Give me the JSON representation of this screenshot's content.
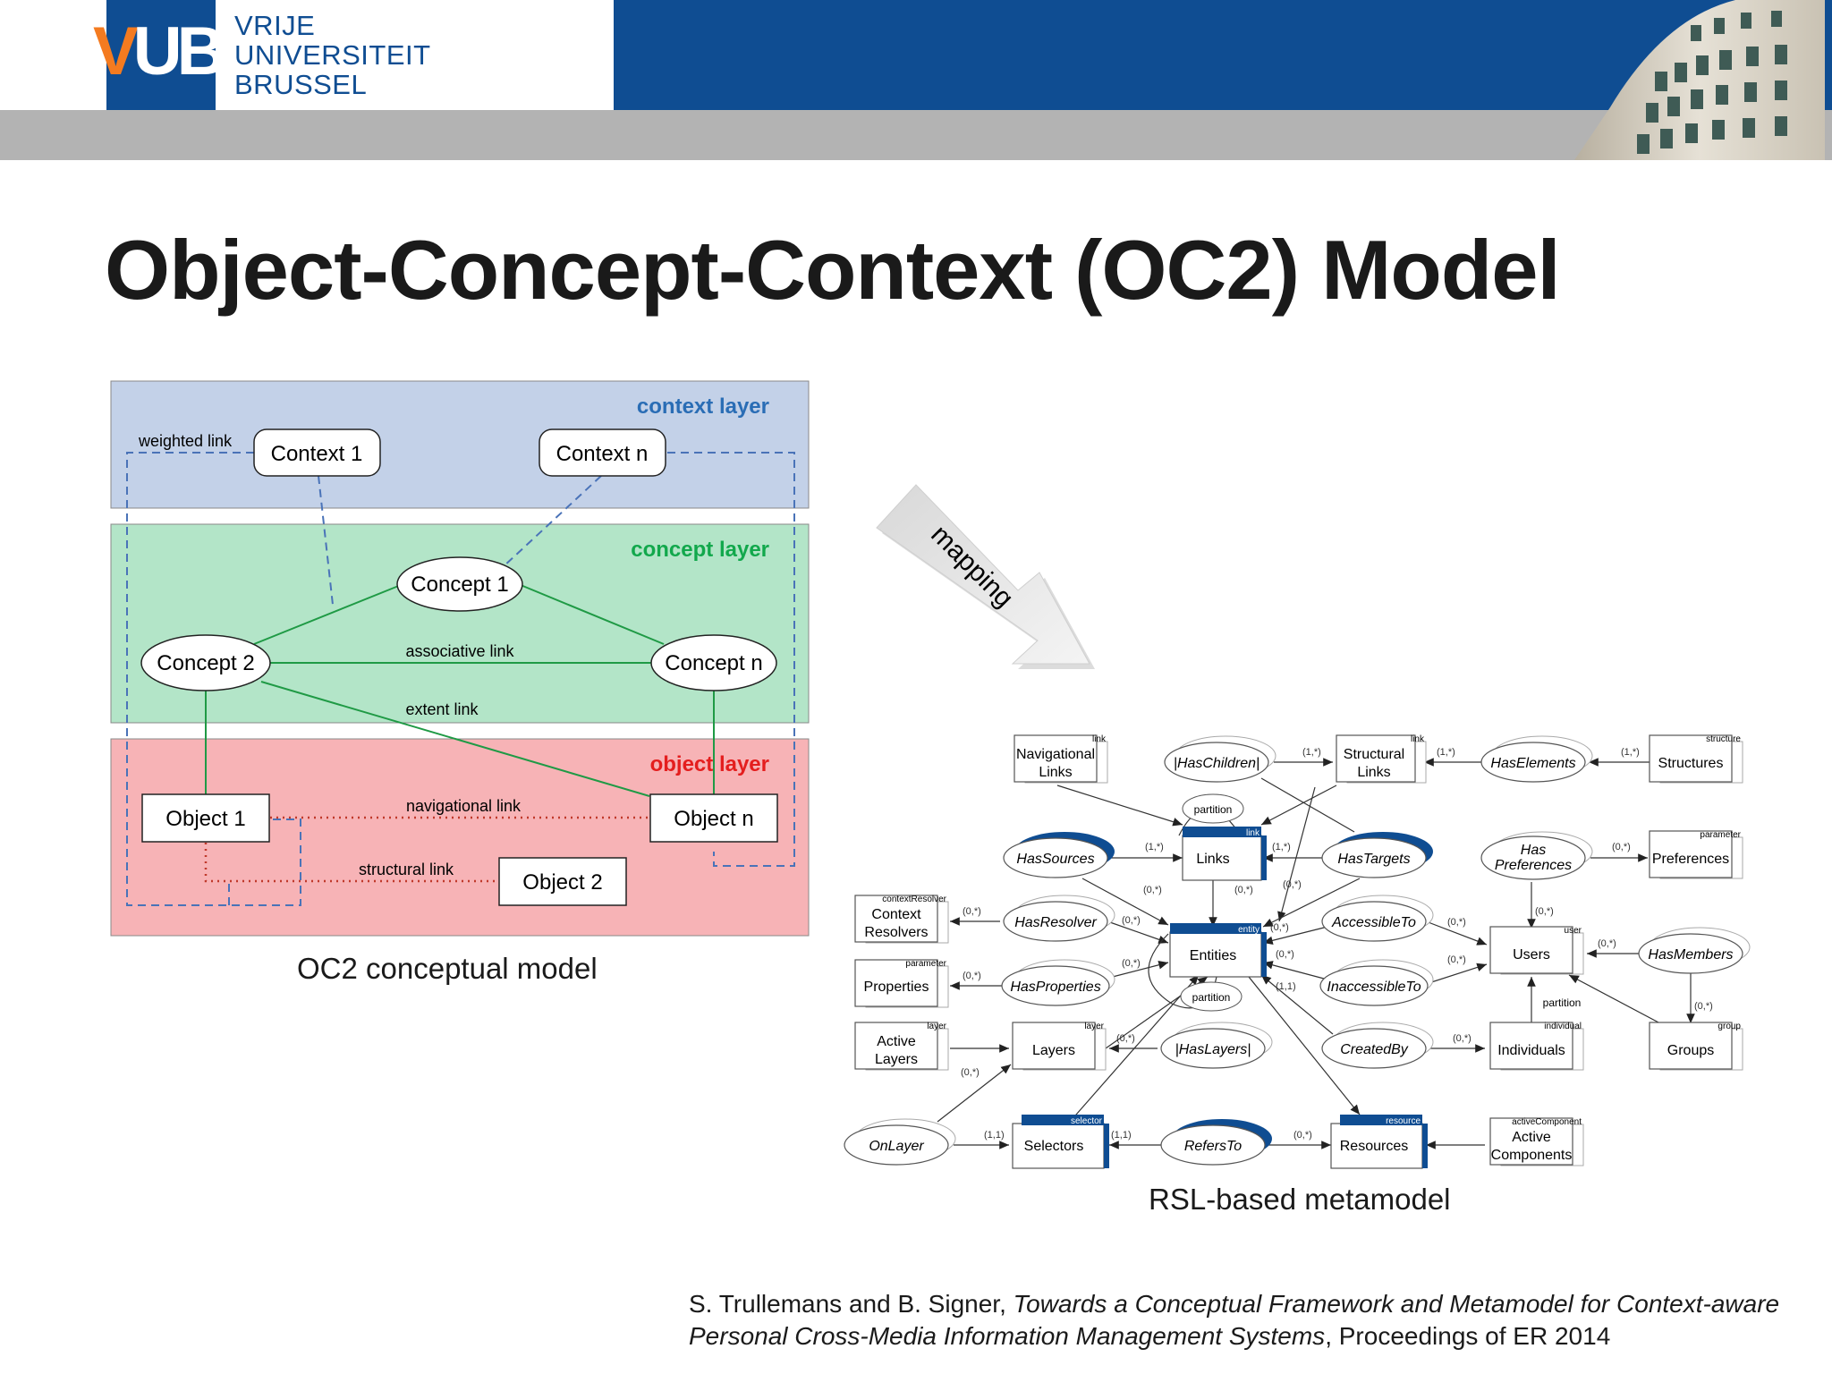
{
  "header": {
    "logo_letters": "VUB",
    "university_lines": [
      "VRIJE",
      "UNIVERSITEIT",
      "BRUSSEL"
    ]
  },
  "slide": {
    "title": "Object-Concept-Context (OC2) Model",
    "left_caption": "OC2 conceptual model",
    "right_caption": "RSL-based metamodel",
    "mapping_label": "mapping",
    "citation": {
      "authors": "S. Trullemans and B. Signer, ",
      "paper_title": "Towards a Conceptual Framework and Metamodel for Context-aware Personal Cross-Media Information Management Systems",
      "venue": ", Proceedings of ER 2014"
    }
  },
  "oc2": {
    "layers": {
      "context": "context layer",
      "concept": "concept layer",
      "object": "object layer"
    },
    "nodes": {
      "context1": "Context 1",
      "contextn": "Context n",
      "concept1": "Concept 1",
      "concept2": "Concept 2",
      "conceptn": "Concept n",
      "object1": "Object 1",
      "object2": "Object 2",
      "objectn": "Object n"
    },
    "links": {
      "weighted": "weighted link",
      "associative": "associative link",
      "extent": "extent link",
      "navigational": "navigational link",
      "structural": "structural link"
    },
    "colors": {
      "context_bg": "#c3d1e8",
      "concept_bg": "#b3e5c8",
      "object_bg": "#f7b3b6",
      "context_label": "#2a6db5",
      "concept_label": "#12a84c",
      "object_label": "#e41e1e",
      "weighted_line": "#4a73b8",
      "concept_line": "#1f9a45",
      "object_line": "#c0392b"
    }
  },
  "rsl": {
    "entities": {
      "nav_links": [
        "Navigational",
        "Links"
      ],
      "structural_links": [
        "Structural",
        "Links"
      ],
      "structures": "Structures",
      "links": "Links",
      "preferences": "Preferences",
      "context_resolvers": [
        "Context",
        "Resolvers"
      ],
      "entities": "Entities",
      "users": "Users",
      "properties": "Properties",
      "active_layers": [
        "Active",
        "Layers"
      ],
      "layers": "Layers",
      "individuals": "Individuals",
      "groups": "Groups",
      "selectors": "Selectors",
      "resources": "Resources",
      "active_components": [
        "Active",
        "Components"
      ]
    },
    "relations": {
      "has_children": "|HasChildren|",
      "has_elements": "HasElements",
      "has_sources": "HasSources",
      "has_targets": "HasTargets",
      "has_preferences": [
        "Has",
        "Preferences"
      ],
      "has_resolver": "HasResolver",
      "accessible_to": "AccessibleTo",
      "has_members": "HasMembers",
      "has_properties": "HasProperties",
      "inaccessible_to": "InaccessibleTo",
      "has_layers": "|HasLayers|",
      "created_by": "CreatedBy",
      "on_layer": "OnLayer",
      "refers_to": "RefersTo"
    },
    "tags": {
      "link": "link",
      "structure": "structure",
      "parameter": "parameter",
      "context_resolver": "contextResolver",
      "entity": "entity",
      "user": "user",
      "layer": "layer",
      "individual": "individual",
      "group": "group",
      "selector": "selector",
      "resource": "resource",
      "active_component": "activeComponent",
      "partition": "partition"
    },
    "cardinalities": {
      "one_many": "(1,*)",
      "zero_many": "(0,*)",
      "one_one": "(1,1)"
    },
    "colors": {
      "tab_dark": "#0f4d92",
      "box_shadow": "#cfcfcf"
    }
  }
}
